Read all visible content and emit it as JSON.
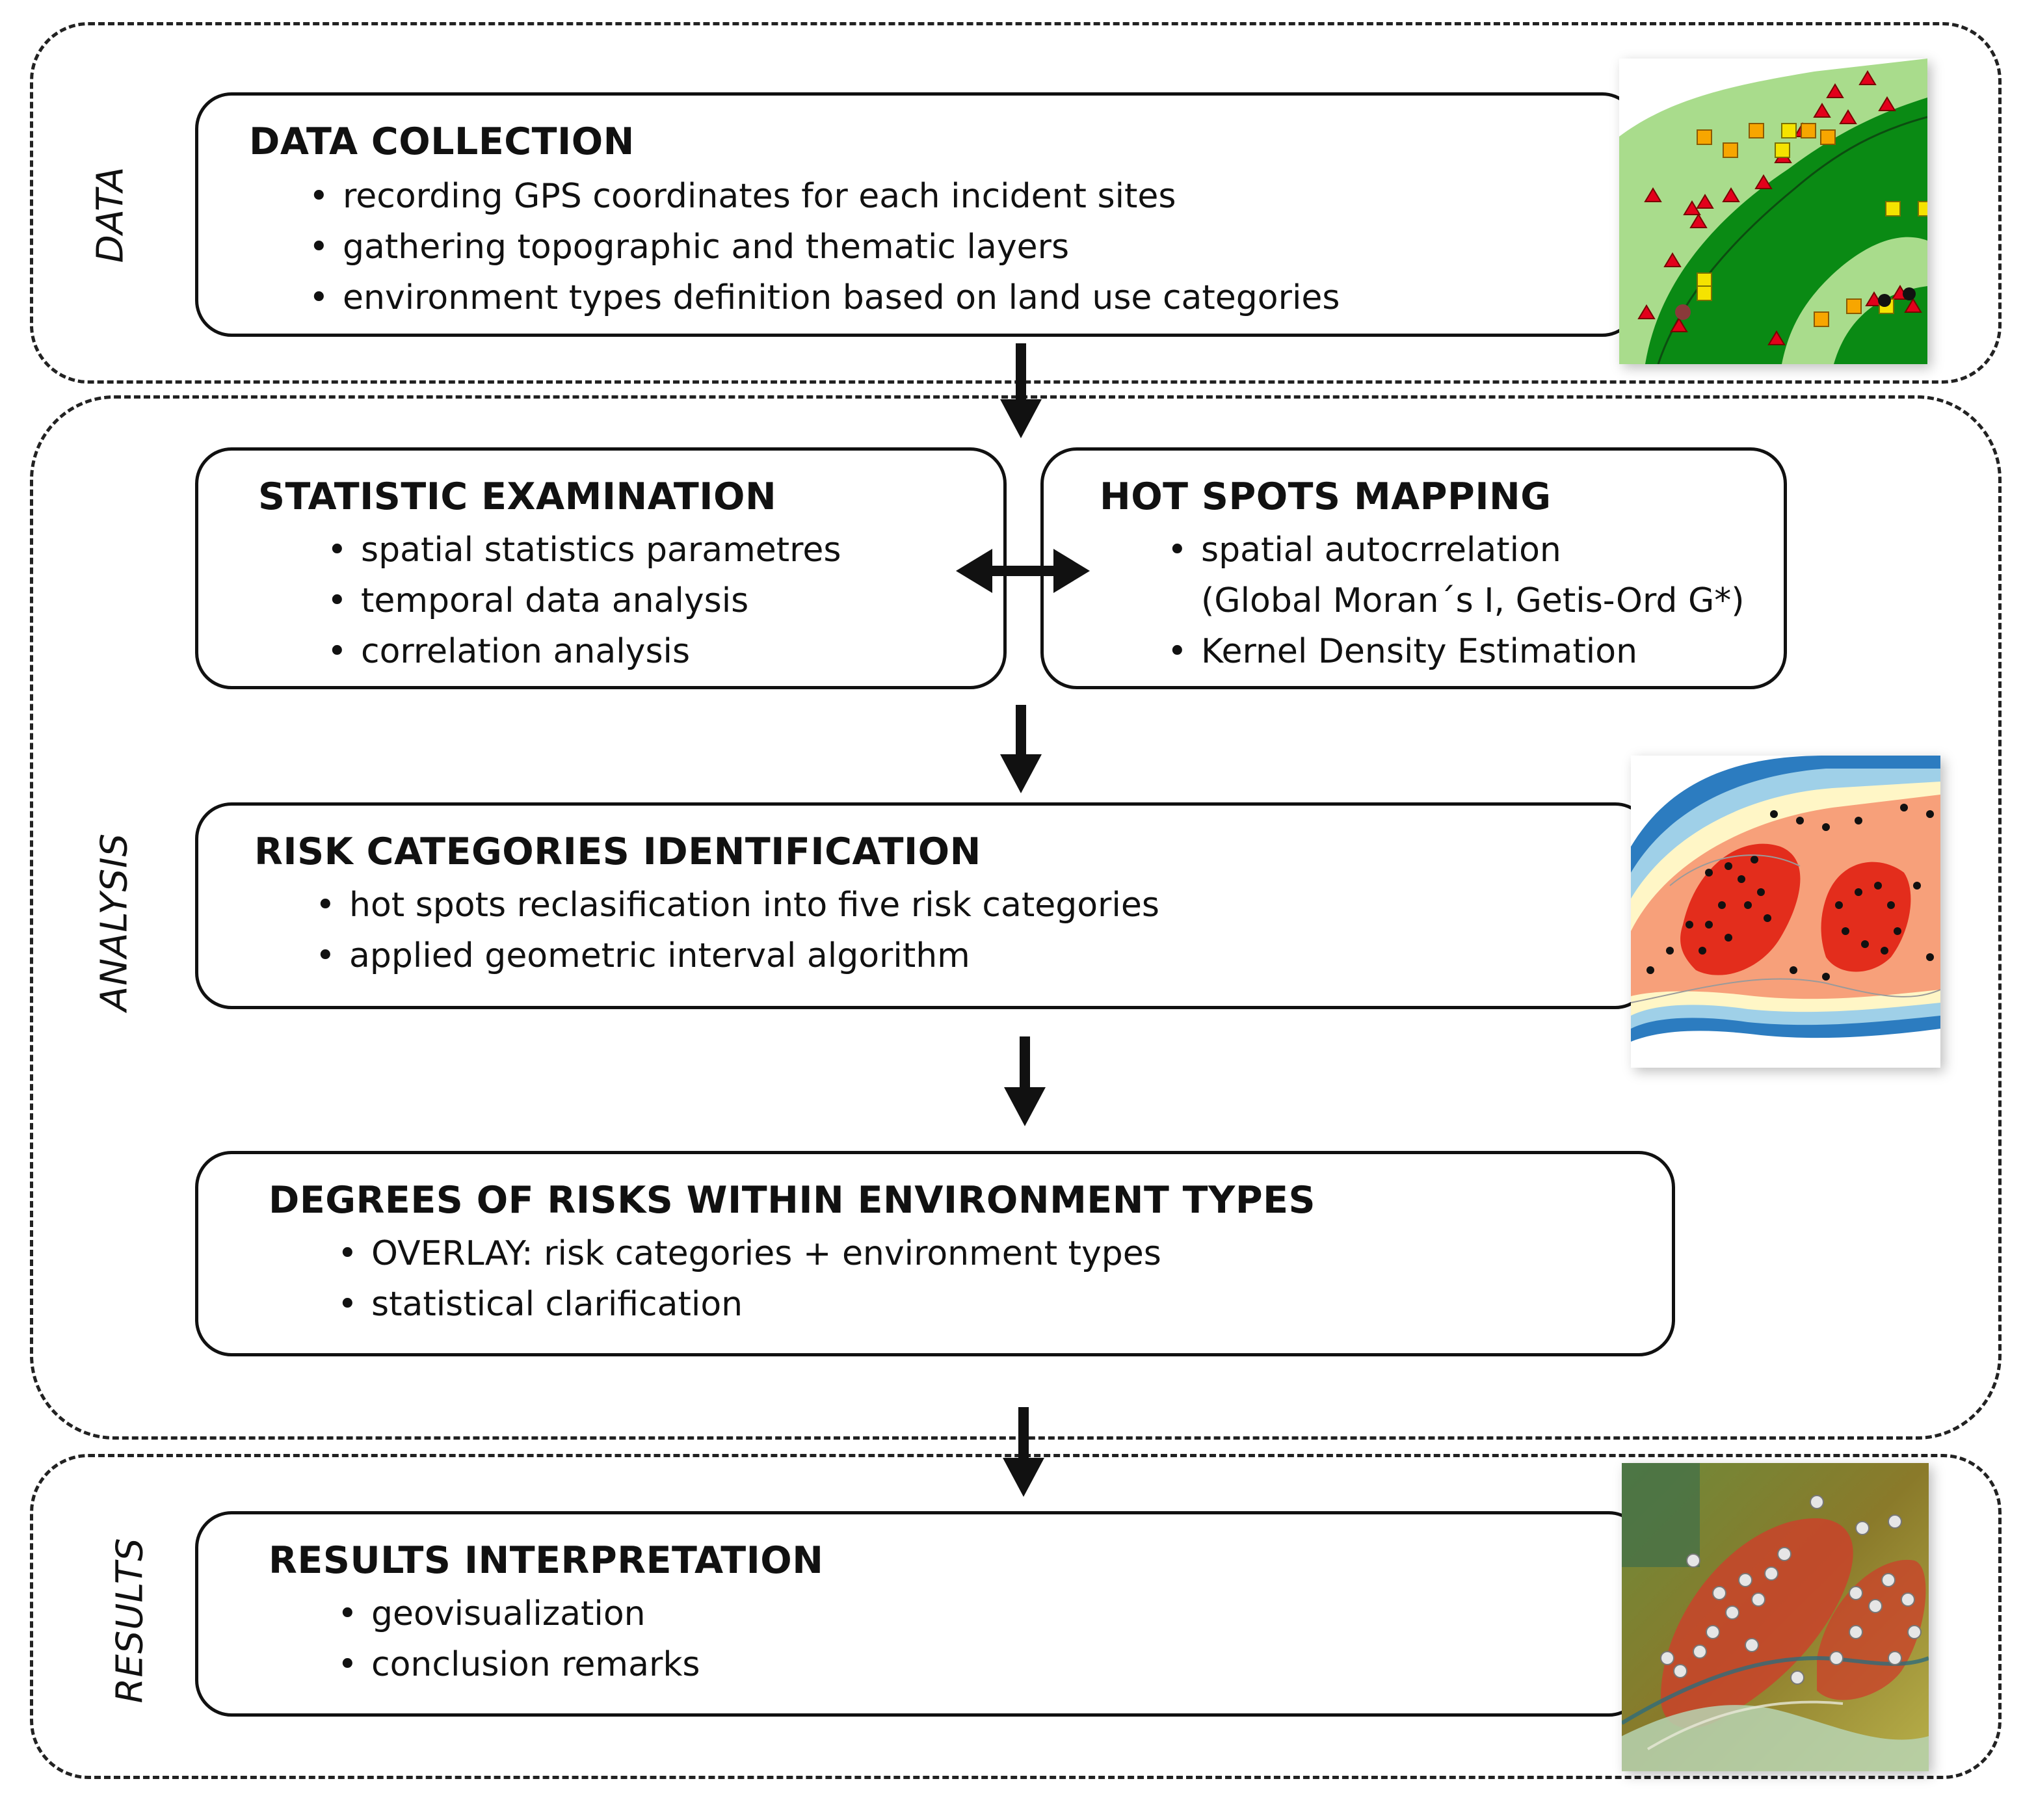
{
  "sections": {
    "data": "DATA",
    "analysis": "ANALYSIS",
    "results": "RESULTS"
  },
  "boxes": {
    "data_collection": {
      "title": "DATA COLLECTION",
      "items": [
        "recording GPS coordinates for each incident sites",
        "gathering topographic and thematic layers",
        "environment types definition based on land use categories"
      ]
    },
    "statistic_examination": {
      "title": "STATISTIC EXAMINATION",
      "items": [
        "spatial statistics parametres",
        "temporal data analysis",
        "correlation analysis"
      ]
    },
    "hot_spots_mapping": {
      "title": "HOT SPOTS MAPPING",
      "items": [
        "spatial autocrrelation",
        "(Global Moran´s I, Getis-Ord G*)",
        "Kernel Density Estimation"
      ]
    },
    "risk_categories": {
      "title": "RISK CATEGORIES IDENTIFICATION",
      "items": [
        "hot spots reclasification into five risk categories",
        "applied geometric interval algorithm"
      ]
    },
    "degrees_of_risks": {
      "title": "DEGREES OF RISKS WITHIN ENVIRONMENT TYPES",
      "items": [
        "OVERLAY: risk categories + environment types",
        "statistical clarification"
      ]
    },
    "results_interpretation": {
      "title": "RESULTS INTERPRETATION",
      "items": [
        "geovisualization",
        "conclusion remarks"
      ]
    }
  },
  "colors": {
    "outline": "#111111",
    "map_light_green": "#a9dc8c",
    "map_dark_green": "#0a8a14",
    "incident_red": "#e3001b",
    "incident_yellow": "#f5e300",
    "incident_orange": "#f7a600",
    "risk_red": "#e32d1c",
    "risk_orange": "#f7a07a",
    "risk_cream": "#fff6c6",
    "risk_blue": "#2c7cc0"
  },
  "thumbnails": {
    "data_map": "incident-map-thumbnail",
    "risk_map": "risk-density-map-thumbnail",
    "results_map": "geovisualization-map-thumbnail"
  }
}
